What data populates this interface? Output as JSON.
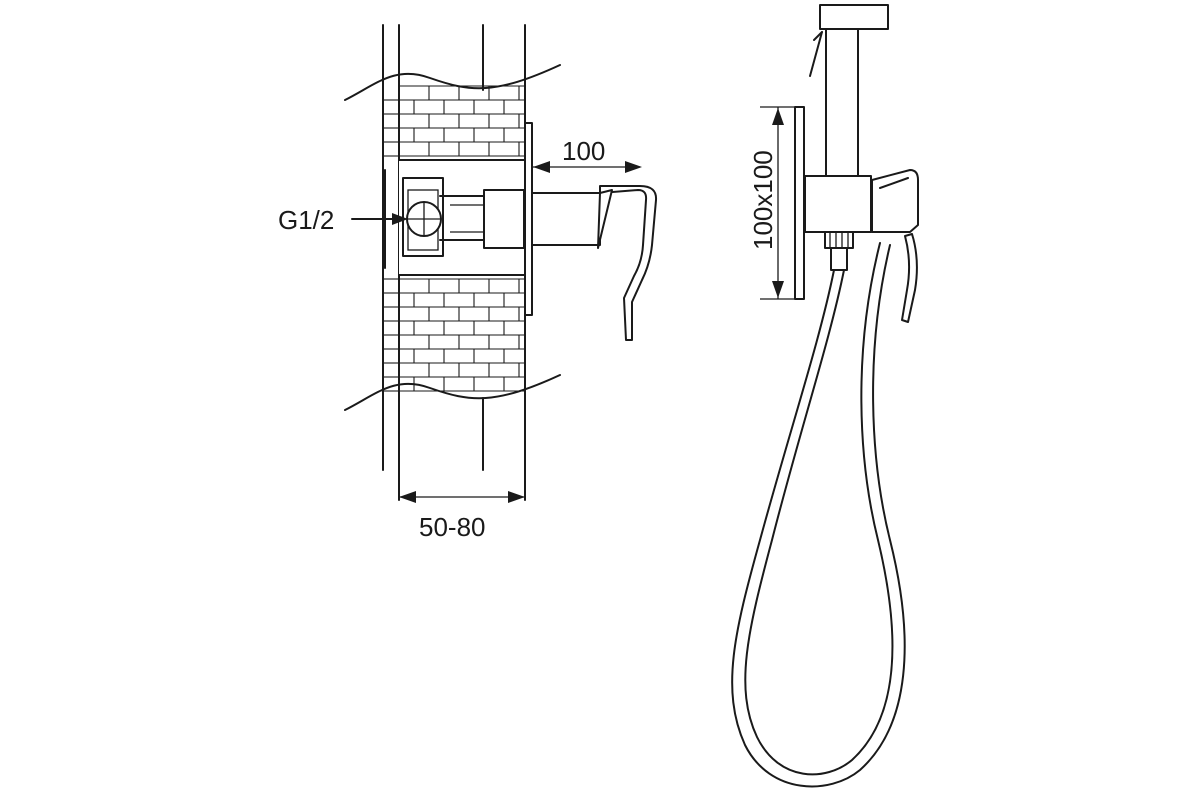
{
  "labels": {
    "connection": "G1/2",
    "projection": "100",
    "wall_depth": "50-80",
    "plate_size": "100x100"
  },
  "colors": {
    "line": "#1a1a1a",
    "background": "#ffffff"
  }
}
